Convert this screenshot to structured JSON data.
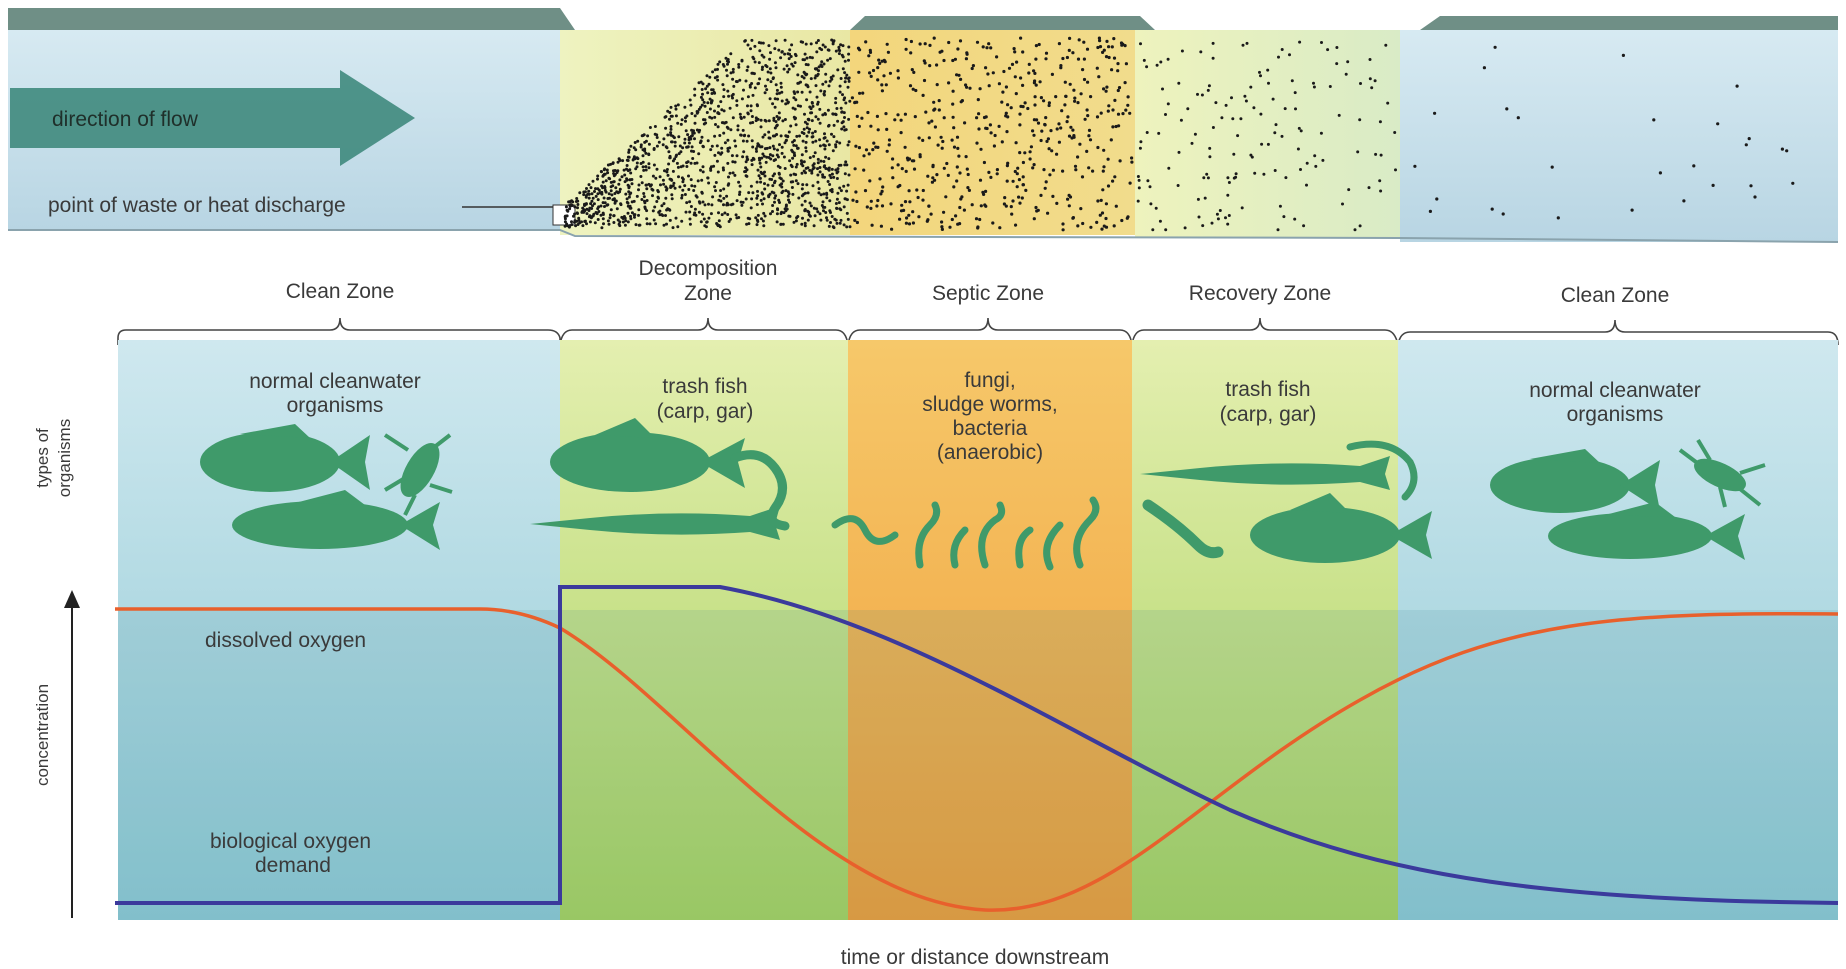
{
  "river": {
    "flow_label": "direction of flow",
    "discharge_label": "point of waste or heat discharge"
  },
  "zones": [
    {
      "name": "Clean Zone",
      "organisms": [
        "normal cleanwater",
        "organisms"
      ]
    },
    {
      "name": [
        "Decomposition",
        "Zone"
      ],
      "organisms": [
        "trash fish",
        "(carp, gar)"
      ]
    },
    {
      "name": "Septic Zone",
      "organisms": [
        "fungi,",
        "sludge worms,",
        "bacteria",
        "(anaerobic)"
      ]
    },
    {
      "name": "Recovery Zone",
      "organisms": [
        "trash fish",
        "(carp, gar)"
      ]
    },
    {
      "name": "Clean Zone",
      "organisms": [
        "normal cleanwater",
        "organisms"
      ]
    }
  ],
  "axes": {
    "y_top": [
      "types of",
      "organisms"
    ],
    "y_bottom": "concentration",
    "x": "time or distance downstream"
  },
  "curves": {
    "dissolved_oxygen": {
      "label": "dissolved oxygen",
      "color": "#e8602c"
    },
    "bod": {
      "label": [
        "biological oxygen",
        "demand"
      ],
      "color": "#3b3a9c"
    }
  },
  "colors": {
    "clean": "#a9d6e0",
    "decomposition": "#c9e08a",
    "septic": "#f2b54a",
    "recovery": "#c9e08a",
    "organism": "#3f9a6a"
  }
}
